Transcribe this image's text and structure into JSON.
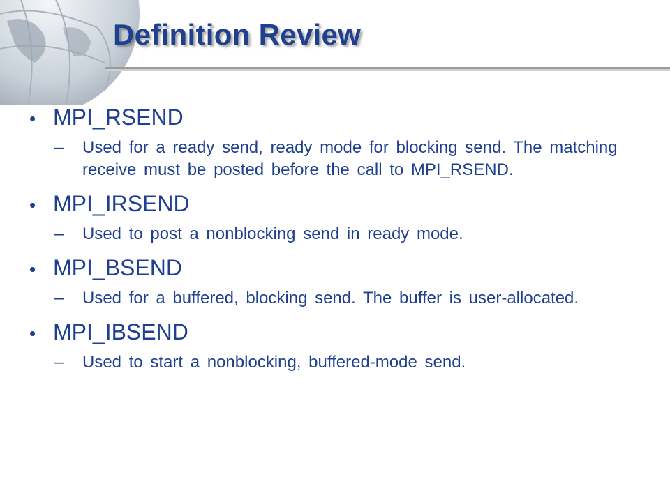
{
  "slide": {
    "title": "Definition Review",
    "items": [
      {
        "term": "MPI_RSEND",
        "description": "Used for a ready send, ready mode for blocking send. The matching receive must be posted before the call to MPI_RSEND."
      },
      {
        "term": "MPI_IRSEND",
        "description": "Used to post a nonblocking send in ready mode."
      },
      {
        "term": "MPI_BSEND",
        "description": "Used for a buffered, blocking send. The buffer is user-allocated."
      },
      {
        "term": "MPI_IBSEND",
        "description": "Used to start a nonblocking, buffered-mode send."
      }
    ]
  },
  "colors": {
    "text": "#1f3f8f",
    "background": "#ffffff"
  }
}
